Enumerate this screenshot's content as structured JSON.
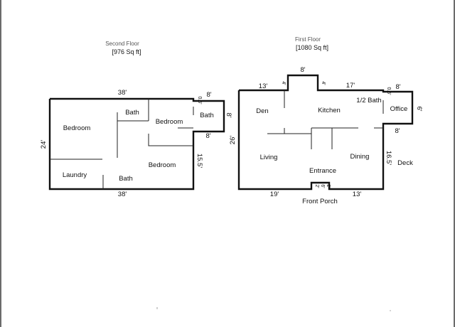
{
  "second_floor": {
    "title": "Second Floor",
    "area": "[976 Sq ft]",
    "rooms": {
      "bedroom_left": "Bedroom",
      "bath_top": "Bath",
      "bedroom_mid": "Bedroom",
      "bath_right": "Bath",
      "bedroom_bottom": "Bedroom",
      "laundry": "Laundry",
      "bath_bottom": "Bath"
    },
    "dimensions": {
      "top": "38'",
      "bottom": "38'",
      "left": "24'",
      "bump_top": "8'",
      "bump_top_small": "0.5'",
      "bump_side": "8'",
      "bump_bottom": "8'",
      "right_lower": "15.5'"
    }
  },
  "first_floor": {
    "title": "First Floor",
    "area": "[1080 Sq ft]",
    "rooms": {
      "den": "Den",
      "kitchen": "Kitchen",
      "half_bath": "1/2 Bath",
      "office": "Office",
      "living": "Living",
      "dining": "Dining",
      "entrance": "Entrance",
      "deck": "Deck",
      "front_porch": "Front Porch"
    },
    "dimensions": {
      "top_left": "13'",
      "top_center": "8'",
      "notch_left": "4'",
      "notch_right": "4'",
      "top_right": "17'",
      "bump_small": "0.5'",
      "bump_top": "8'",
      "bump_side": "6'",
      "bump_bottom": "8'",
      "left": "26'",
      "right_lower": "16.5'",
      "bottom_left": "19'",
      "bottom_right": "13'",
      "porch_left": "2'",
      "porch_mid": "6'",
      "porch_right": "2'"
    }
  }
}
